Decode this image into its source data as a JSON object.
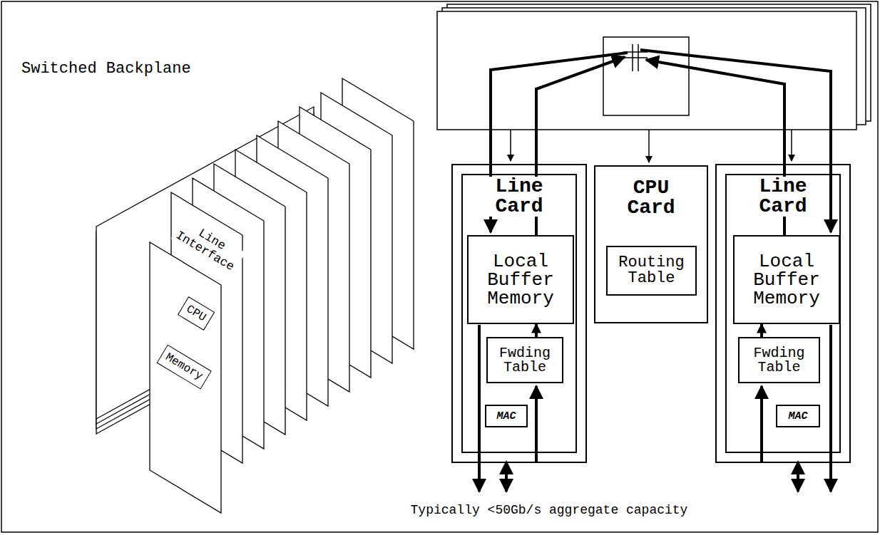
{
  "diagram": {
    "caption": "Typically <50Gb/s aggregate capacity",
    "nodes": [
      {
        "text": [
          "Line Card"
        ]
      },
      {
        "text": [
          "Local Buffer Memory"
        ],
        "in": 0
      },
      {
        "text": [
          "Fwding Table"
        ],
        "in": 0
      },
      {
        "text": [
          "MAC"
        ],
        "in": 0
      },
      {
        "text": [
          "CPU Card"
        ]
      },
      {
        "text": [
          "Routing Table"
        ],
        "in": 4
      },
      {
        "text": [
          "Line Card"
        ]
      },
      {
        "text": [
          "Local Buffer Memory"
        ],
        "in": 6
      },
      {
        "text": [
          "Fwding Table"
        ],
        "in": 6
      },
      {
        "text": [
          "MAC"
        ],
        "in": 6
      }
    ],
    "edges": [
      {
        "from": 2,
        "to": 1,
        "arrow": "to"
      },
      {
        "from": 8,
        "to": 7,
        "arrow": "to"
      }
    ],
    "labels": [
      "Switched Backplane",
      "CPU",
      "Memory",
      "Line Interface"
    ]
  }
}
